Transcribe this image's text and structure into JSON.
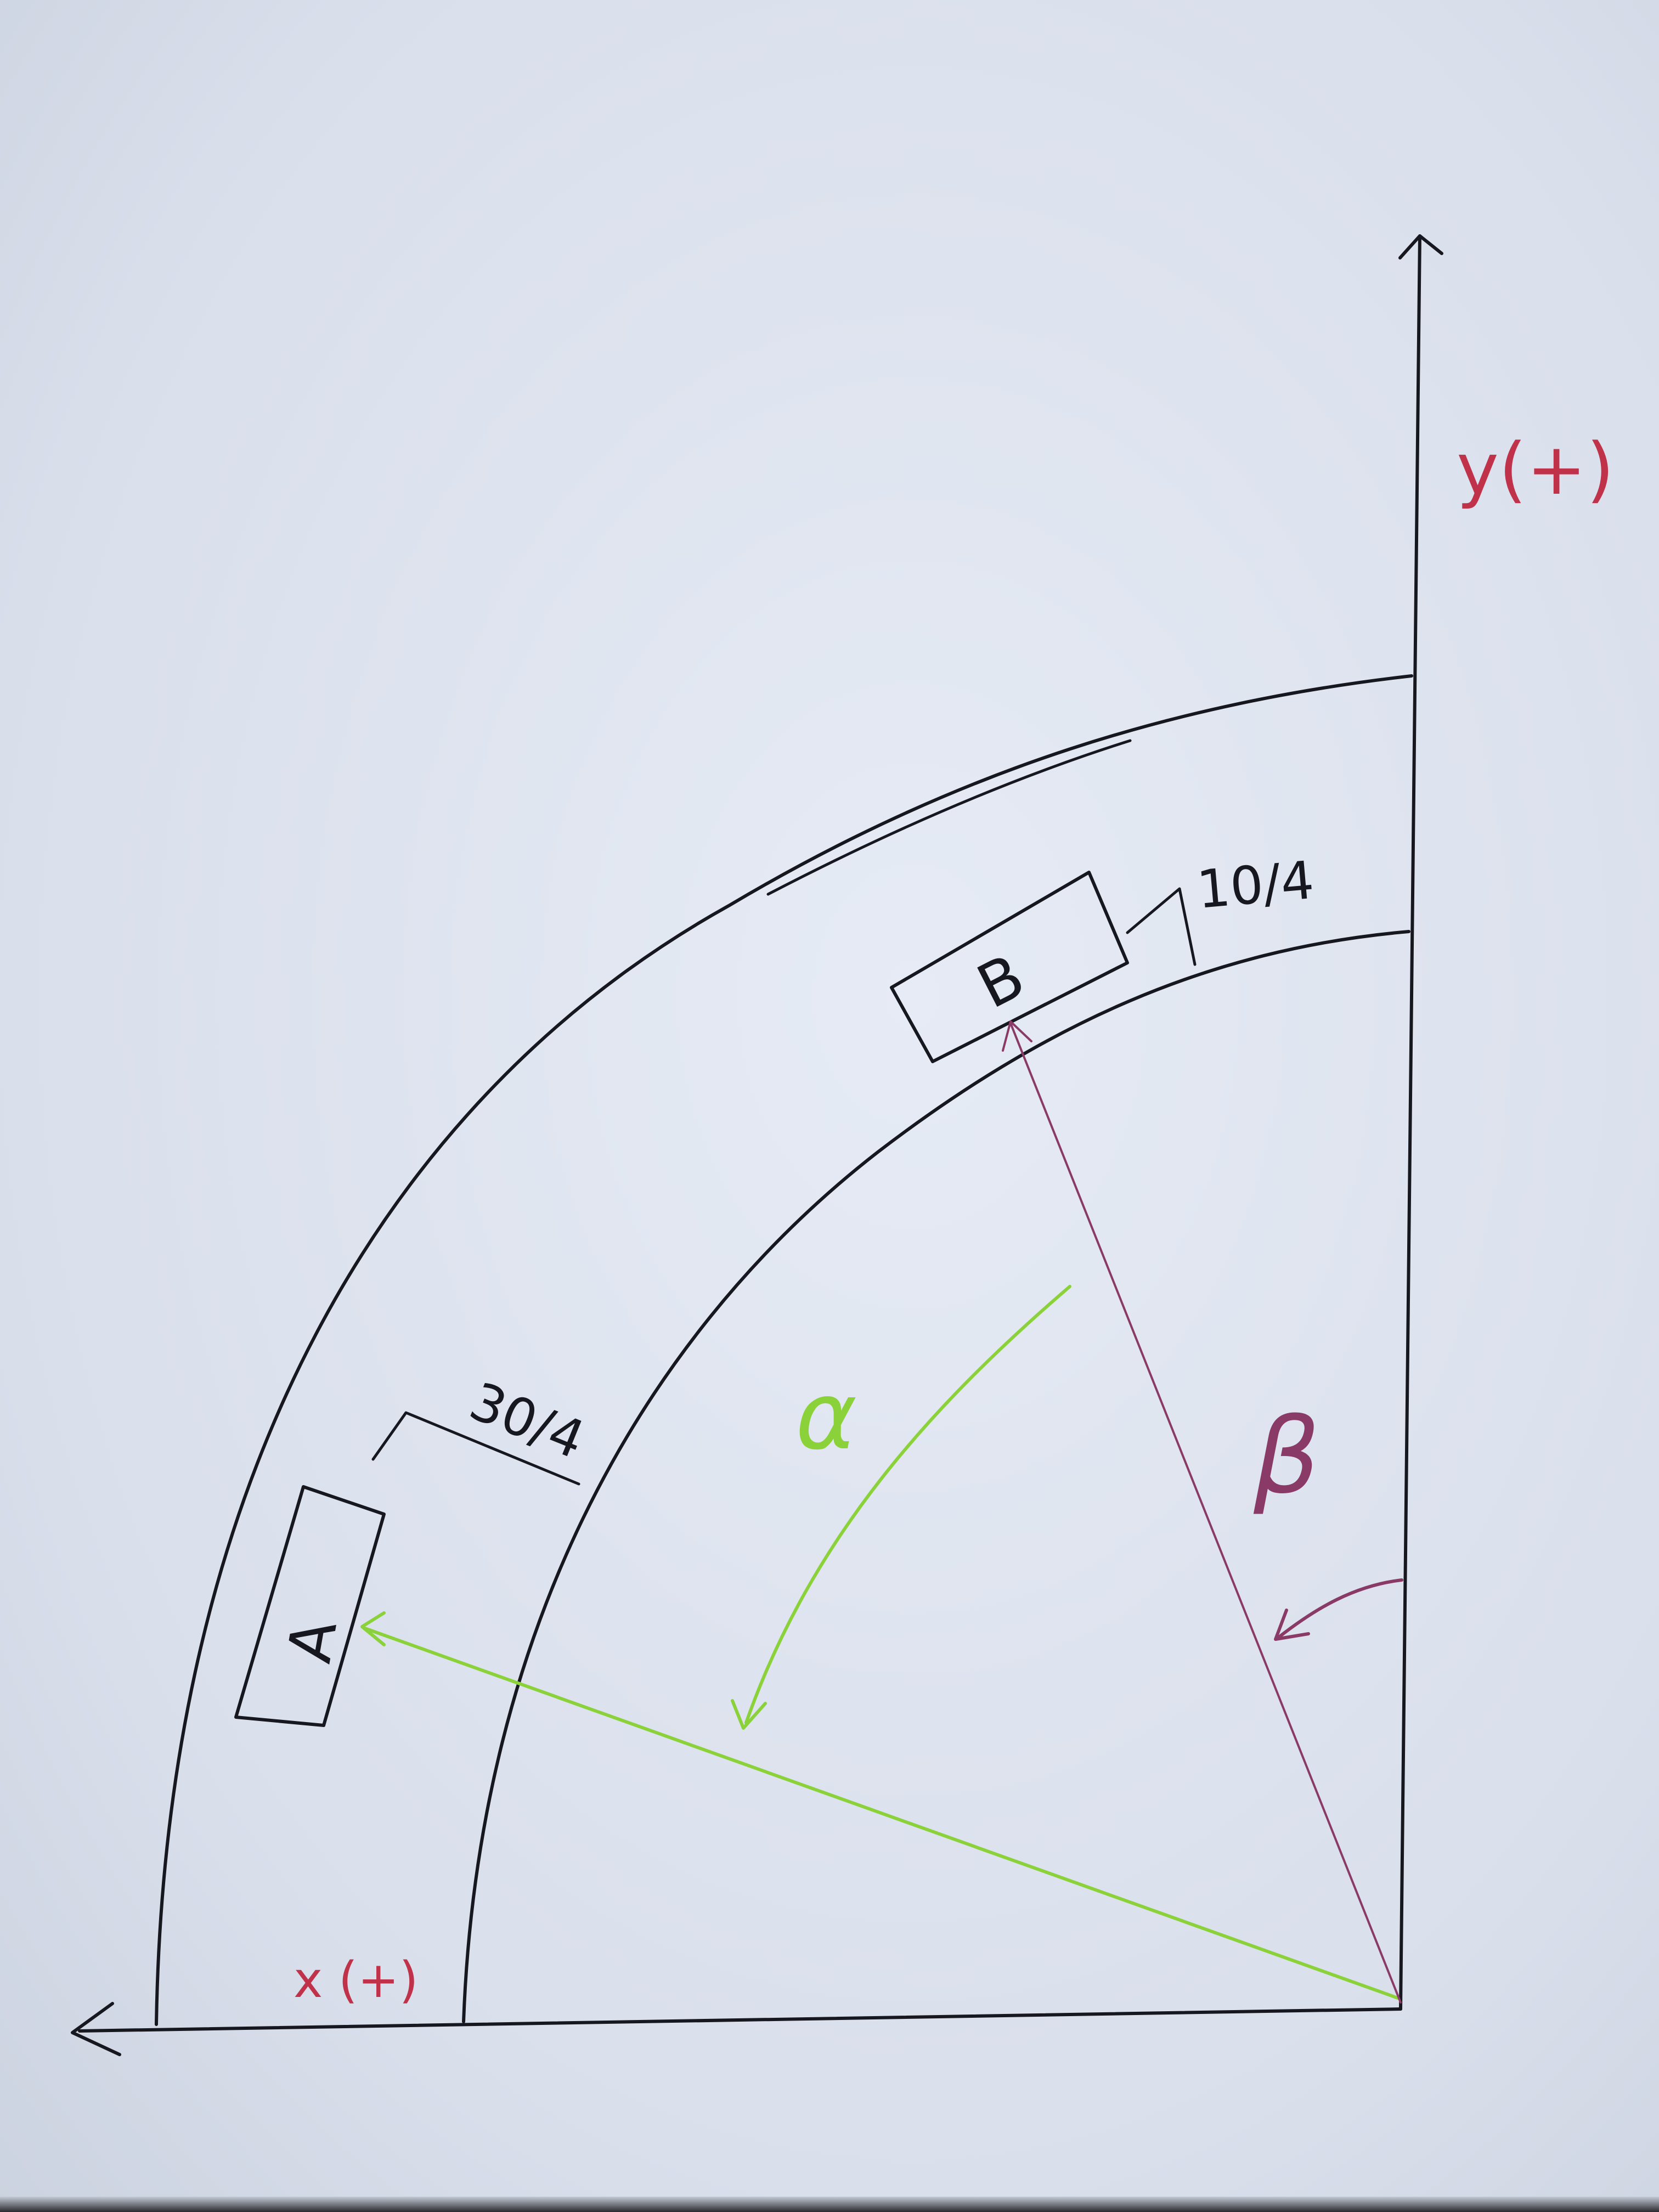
{
  "axes": {
    "x_label": "x (+)",
    "y_label": "y(+)",
    "label_color": "#c0324a"
  },
  "blocks": {
    "a_label": "A",
    "b_label": "B"
  },
  "dimensions": {
    "outer_width": "30/4",
    "inner_width": "10/4"
  },
  "angles": {
    "alpha_symbol": "α",
    "alpha_color": "#8bd23a",
    "beta_symbol": "β",
    "beta_color": "#8a3a66"
  }
}
